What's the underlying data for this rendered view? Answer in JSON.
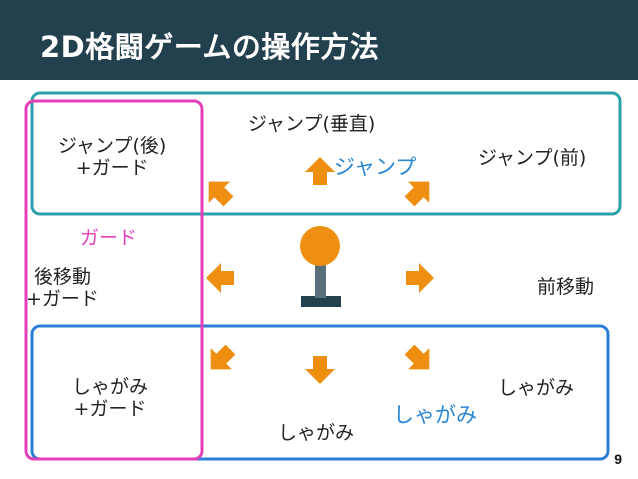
{
  "title": "2D格闘ゲームの操作方法",
  "page_number": "9",
  "colors": {
    "header_bg": "#23404f",
    "jump_zone": "#2aa0a8",
    "crouch_zone": "#2b7fd4",
    "guard_zone": "#e23fb8",
    "arrow": "#ef8f12",
    "stick_ball": "#ef8f12",
    "stick_shaft": "#5a6f7c"
  },
  "zones": {
    "jump": "ジャンプ",
    "guard": "ガード",
    "crouch": "しゃがみ"
  },
  "directions": {
    "up_back": [
      "ジャンプ(後)",
      "+ガード"
    ],
    "up": "ジャンプ(垂直)",
    "up_forward": "ジャンプ(前)",
    "back": [
      "後移動",
      "+ガード"
    ],
    "forward": "前移動",
    "down_back": [
      "しゃがみ",
      "+ガード"
    ],
    "down": "しゃがみ",
    "down_forward": "しゃがみ"
  }
}
